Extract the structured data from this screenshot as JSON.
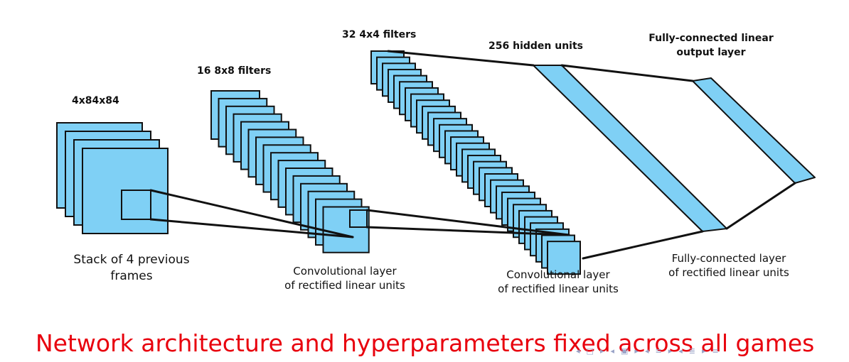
{
  "labels": {
    "input_dims": "4x84x84",
    "conv1_filters": "16 8x8 filters",
    "conv2_filters": "32 4x4 filters",
    "hidden_units": "256 hidden units",
    "output_layer_line1": "Fully-connected linear",
    "output_layer_line2": "output layer",
    "stack_line1": "Stack of 4 previous",
    "stack_line2": "frames",
    "conv1_line1": "Convolutional layer",
    "conv1_line2": "of rectified linear units",
    "conv2_line1": "Convolutional layer",
    "conv2_line2": "of rectified linear units",
    "fc_line1": "Fully-connected layer",
    "fc_line2": "of rectified linear units"
  },
  "caption": "Network architecture and hyperparameters fixed across all games",
  "nav_icons": [
    "triangle-left-icon",
    "square-icon",
    "triangle-right-icon",
    "triangle-left-icon",
    "frame-icon",
    "triangle-right-icon",
    "triangle-left-icon",
    "list-icon",
    "triangle-right-icon",
    "triangle-left-icon",
    "section-icon",
    "triangle-right-icon",
    "align-icon"
  ],
  "colors": {
    "layer_fill": "#7fd0f5",
    "layer_stroke": "#111111",
    "caption": "#e8000d",
    "nav": "#9aa4c8"
  },
  "layers": {
    "input_frames": 4,
    "conv1_maps": 16,
    "conv2_maps": 32
  }
}
